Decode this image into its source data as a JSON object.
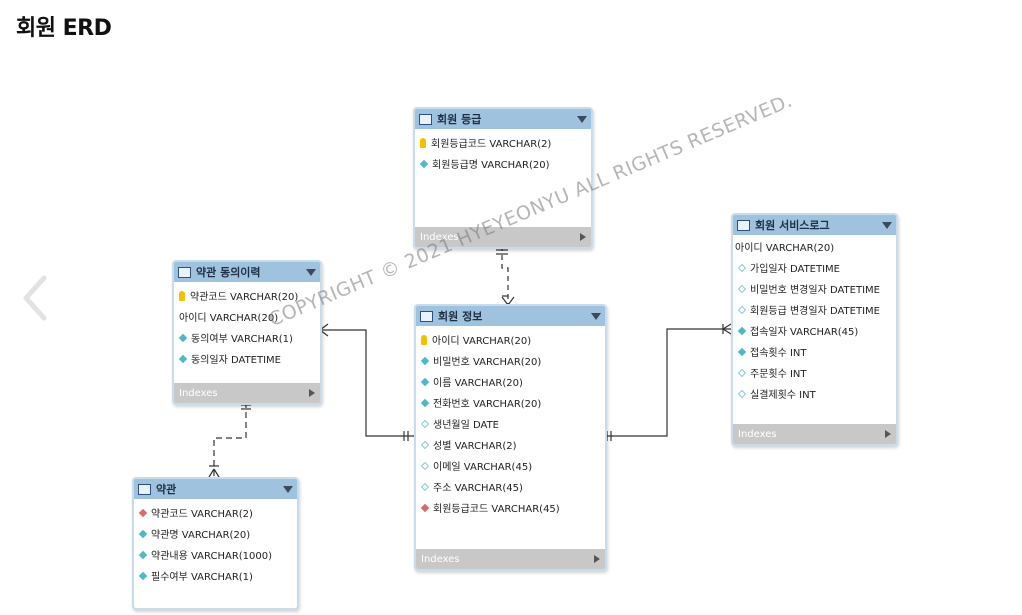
{
  "page": {
    "title": "회원 ERD"
  },
  "nav": {
    "prev_icon": "chevron-left-icon"
  },
  "watermark": "COPYRIGHT © 2021 HYEYEONYU ALL RIGHTS RESERVED.",
  "colors": {
    "header": "#9fc3de",
    "footer": "#c8c8c8",
    "key": "#f2c200",
    "attribute": "#4fb7c7",
    "foreign_key": "#d86b6b"
  },
  "entities": {
    "grade": {
      "name": "회원 등급",
      "footer": "Indexes",
      "columns": [
        {
          "text": "회원등급코드 VARCHAR(2)",
          "marker": "key"
        },
        {
          "text": "회원등급명 VARCHAR(20)",
          "marker": "attribute"
        }
      ]
    },
    "consent": {
      "name": "약관 동의이력",
      "footer": "Indexes",
      "columns": [
        {
          "text": "약관코드 VARCHAR(20)",
          "marker": "key"
        },
        {
          "text": "아이디 VARCHAR(20)",
          "marker": "none"
        },
        {
          "text": "동의여부 VARCHAR(1)",
          "marker": "attribute"
        },
        {
          "text": "동의일자 DATETIME",
          "marker": "attribute"
        }
      ]
    },
    "member": {
      "name": "회원 정보",
      "footer": "Indexes",
      "columns": [
        {
          "text": "아이디 VARCHAR(20)",
          "marker": "key"
        },
        {
          "text": "비밀번호 VARCHAR(20)",
          "marker": "attribute"
        },
        {
          "text": "이름 VARCHAR(20)",
          "marker": "attribute"
        },
        {
          "text": "전화번호 VARCHAR(20)",
          "marker": "attribute"
        },
        {
          "text": "생년월일 DATE",
          "marker": "attribute-hollow"
        },
        {
          "text": "성별 VARCHAR(2)",
          "marker": "attribute-hollow"
        },
        {
          "text": "이메일 VARCHAR(45)",
          "marker": "attribute-hollow"
        },
        {
          "text": "주소 VARCHAR(45)",
          "marker": "attribute-hollow"
        },
        {
          "text": "회원등급코드 VARCHAR(45)",
          "marker": "foreign-key"
        }
      ]
    },
    "service": {
      "name": "회원 서비스로그",
      "footer": "Indexes",
      "columns": [
        {
          "text": "아이디 VARCHAR(20)",
          "marker": "none"
        },
        {
          "text": "가입일자 DATETIME",
          "marker": "attribute-hollow"
        },
        {
          "text": "비밀번호 변경일자 DATETIME",
          "marker": "attribute-hollow"
        },
        {
          "text": "회원등급 변경일자 DATETIME",
          "marker": "attribute-hollow"
        },
        {
          "text": "접속일자 VARCHAR(45)",
          "marker": "attribute"
        },
        {
          "text": "접속횟수 INT",
          "marker": "attribute"
        },
        {
          "text": "주문횟수 INT",
          "marker": "attribute-hollow"
        },
        {
          "text": "실결제횟수 INT",
          "marker": "attribute-hollow"
        }
      ]
    },
    "terms": {
      "name": "약관",
      "footer": "",
      "columns": [
        {
          "text": "약관코드 VARCHAR(2)",
          "marker": "foreign-key"
        },
        {
          "text": "약관명 VARCHAR(20)",
          "marker": "attribute"
        },
        {
          "text": "약관내용 VARCHAR(1000)",
          "marker": "attribute"
        },
        {
          "text": "필수여부 VARCHAR(1)",
          "marker": "attribute"
        }
      ]
    }
  }
}
